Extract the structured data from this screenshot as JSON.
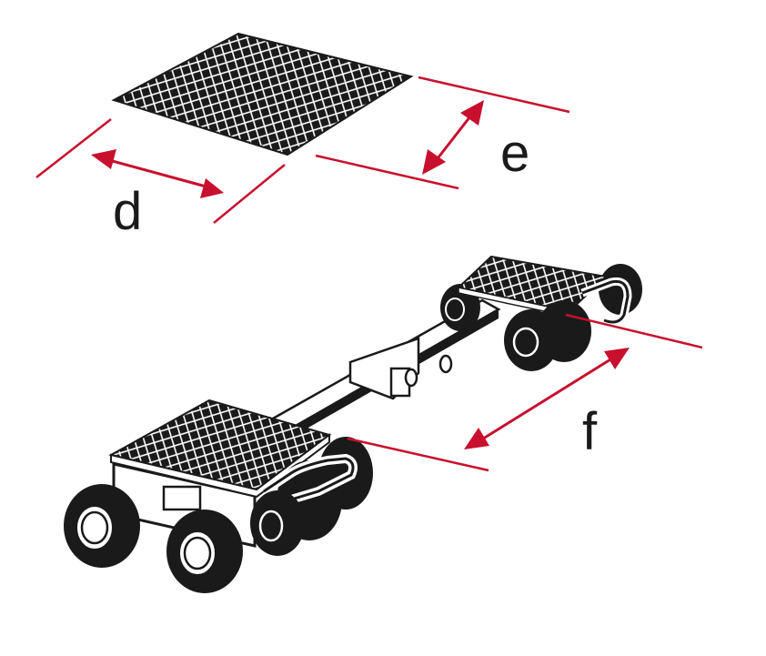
{
  "labels": {
    "d": "d",
    "e": "e",
    "f": "f"
  },
  "colors": {
    "dimension": "#c8102e",
    "ink": "#1a1a1a",
    "paper": "#ffffff"
  }
}
